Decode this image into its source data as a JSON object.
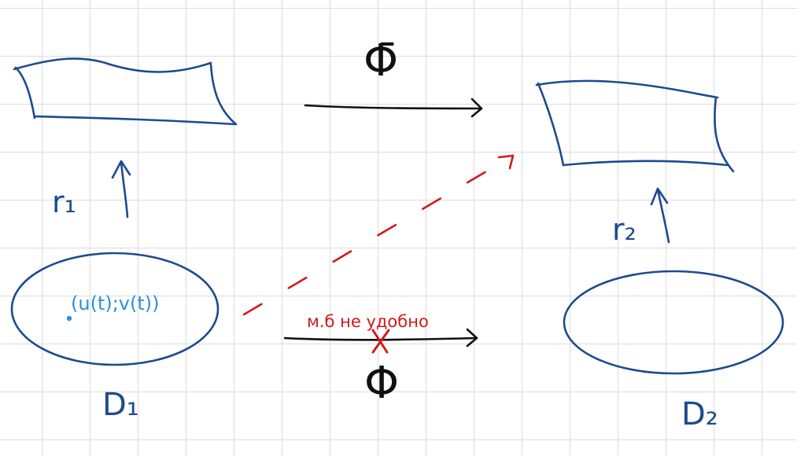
{
  "labels": {
    "phi_bar": "Φ̄",
    "phi": "Φ",
    "r1": "r₁",
    "r2": "r₂",
    "d1": "D₁",
    "d2": "D₂",
    "point": "(u(t);v(t))",
    "note": "м.б не удобно"
  },
  "colors": {
    "ink": "#1d4b8f",
    "black": "#111111",
    "red": "#d11a1a",
    "blue": "#2f8ee0",
    "grid": "#dcdcdc"
  }
}
